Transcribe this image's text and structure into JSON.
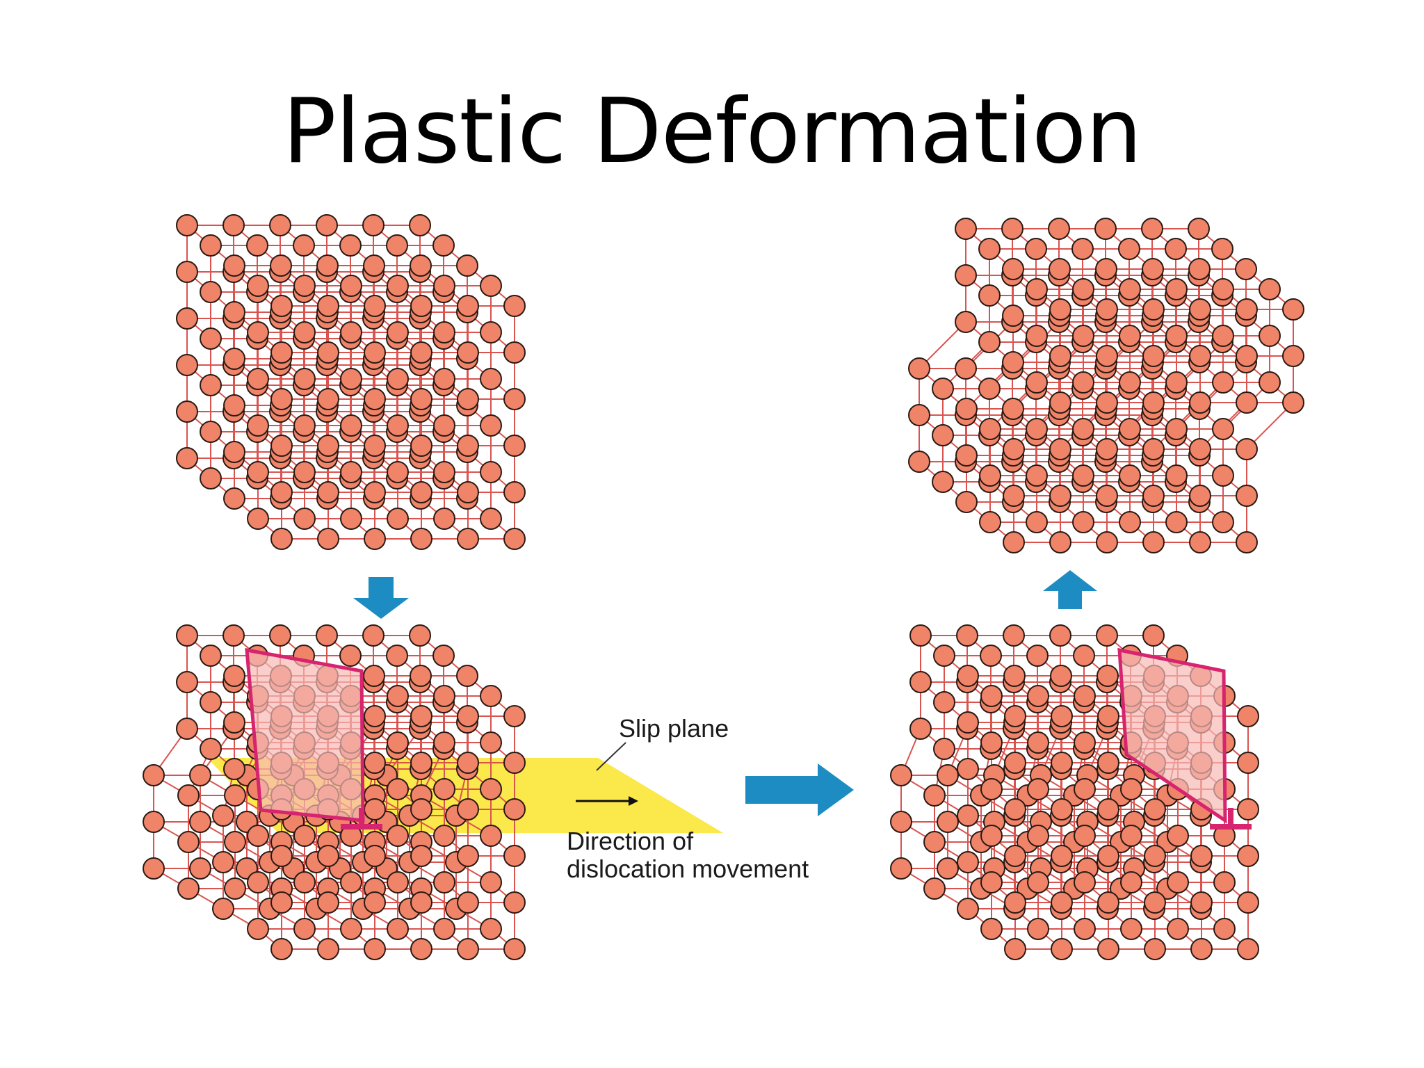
{
  "slide": {
    "title": "Plastic Deformation"
  },
  "labels": {
    "slip_plane": "Slip plane",
    "direction_line1": "Direction of",
    "direction_line2": "dislocation movement"
  },
  "colors": {
    "atom_fill": "#ef8469",
    "atom_stroke": "#2a1a14",
    "bond": "#d9534f",
    "dislocation": "#d6246e",
    "half_plane": "#f6b9b5",
    "slip_plane": "#fbe84a",
    "arrow": "#1d8cc3",
    "background": "#ffffff"
  },
  "icons": {
    "down_arrow": "arrow-down-icon",
    "right_arrow": "arrow-right-icon",
    "up_arrow": "arrow-up-icon",
    "dislocation_symbol": "edge-dislocation-icon"
  }
}
